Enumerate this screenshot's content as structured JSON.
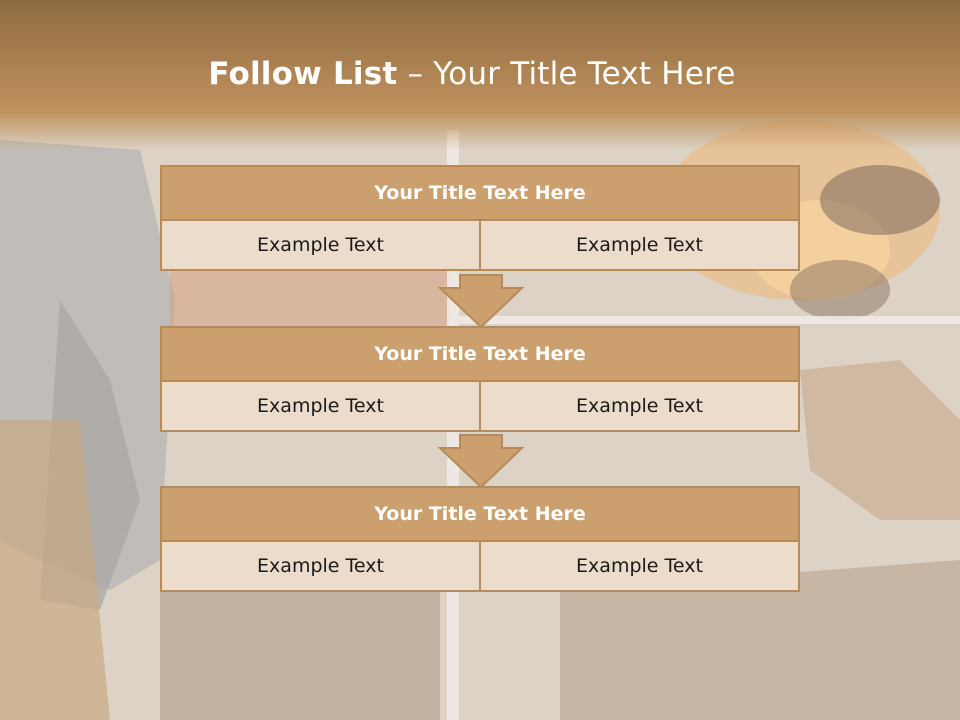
{
  "header": {
    "title_bold": "Follow List",
    "title_rest": " – Your Title Text Here"
  },
  "blocks": [
    {
      "title": "Your Title Text Here",
      "left": "Example Text",
      "right": "Example Text"
    },
    {
      "title": "Your Title Text Here",
      "left": "Example Text",
      "right": "Example Text"
    },
    {
      "title": "Your Title Text Here",
      "left": "Example Text",
      "right": "Example Text"
    }
  ],
  "colors": {
    "header": "#a97f4f",
    "block_head": "#cca06e",
    "cell": "#ecdccc",
    "border": "#b88a55"
  }
}
